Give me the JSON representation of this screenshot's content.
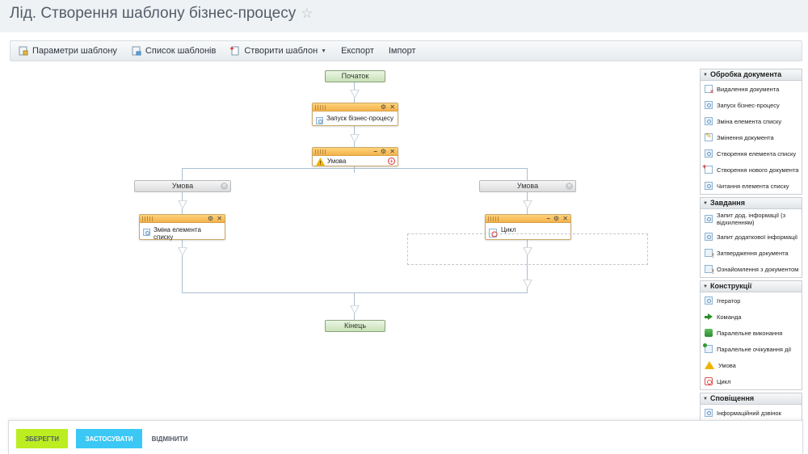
{
  "page": {
    "title": "Лід. Створення шаблону бізнес-процесу",
    "star_icon": "star-icon"
  },
  "toolbar": {
    "items": [
      {
        "label": "Параметри шаблону",
        "icon": "template-params-icon"
      },
      {
        "label": "Список шаблонів",
        "icon": "template-list-icon"
      },
      {
        "label": "Створити шаблон",
        "icon": "create-template-icon"
      },
      {
        "label": "Експорт"
      },
      {
        "label": "Імпорт"
      }
    ]
  },
  "workflow": {
    "start": "Початок",
    "end": "Кінець",
    "start_process": "Запуск бізнес-процесу",
    "condition": "Умова",
    "branch_left": "Умова",
    "branch_right": "Умова",
    "change_item": "Зміна елемента списку",
    "cycle": "Цикл"
  },
  "panel": {
    "sections": [
      {
        "title": "Обробка документа",
        "items": [
          {
            "label": "Видалення документа",
            "icon": "delete-document-icon"
          },
          {
            "label": "Запуск бізнес-процесу",
            "icon": "start-process-icon"
          },
          {
            "label": "Зміна елемента списку",
            "icon": "change-item-icon"
          },
          {
            "label": "Змінення документа",
            "icon": "edit-document-icon"
          },
          {
            "label": "Створення елемента списку",
            "icon": "create-item-icon"
          },
          {
            "label": "Створення нового документа",
            "icon": "new-document-icon"
          },
          {
            "label": "Читання елемента списку",
            "icon": "read-item-icon"
          }
        ]
      },
      {
        "title": "Завдання",
        "items": [
          {
            "label": "Запит дод. інформації (з відхиленням)",
            "icon": "request-info-reject-icon"
          },
          {
            "label": "Запит додаткової інформації",
            "icon": "request-info-icon"
          },
          {
            "label": "Затвердження документа",
            "icon": "approve-document-icon"
          },
          {
            "label": "Ознайомлення з документом",
            "icon": "review-document-icon"
          }
        ]
      },
      {
        "title": "Конструкції",
        "items": [
          {
            "label": "Ітератор",
            "icon": "iterator-icon"
          },
          {
            "label": "Команда",
            "icon": "command-icon"
          },
          {
            "label": "Паралельне виконання",
            "icon": "parallel-execution-icon"
          },
          {
            "label": "Паралельне очікування дії",
            "icon": "parallel-wait-icon"
          },
          {
            "label": "Умова",
            "icon": "condition-icon"
          },
          {
            "label": "Цикл",
            "icon": "cycle-icon"
          }
        ]
      },
      {
        "title": "Сповіщення",
        "items": [
          {
            "label": "Інформаційний дзвінок",
            "icon": "info-call-icon"
          }
        ]
      }
    ]
  },
  "footer": {
    "save": "ЗБЕРЕГТИ",
    "apply": "ЗАСТОСУВАТИ",
    "cancel": "ВІДМІНИТИ"
  }
}
